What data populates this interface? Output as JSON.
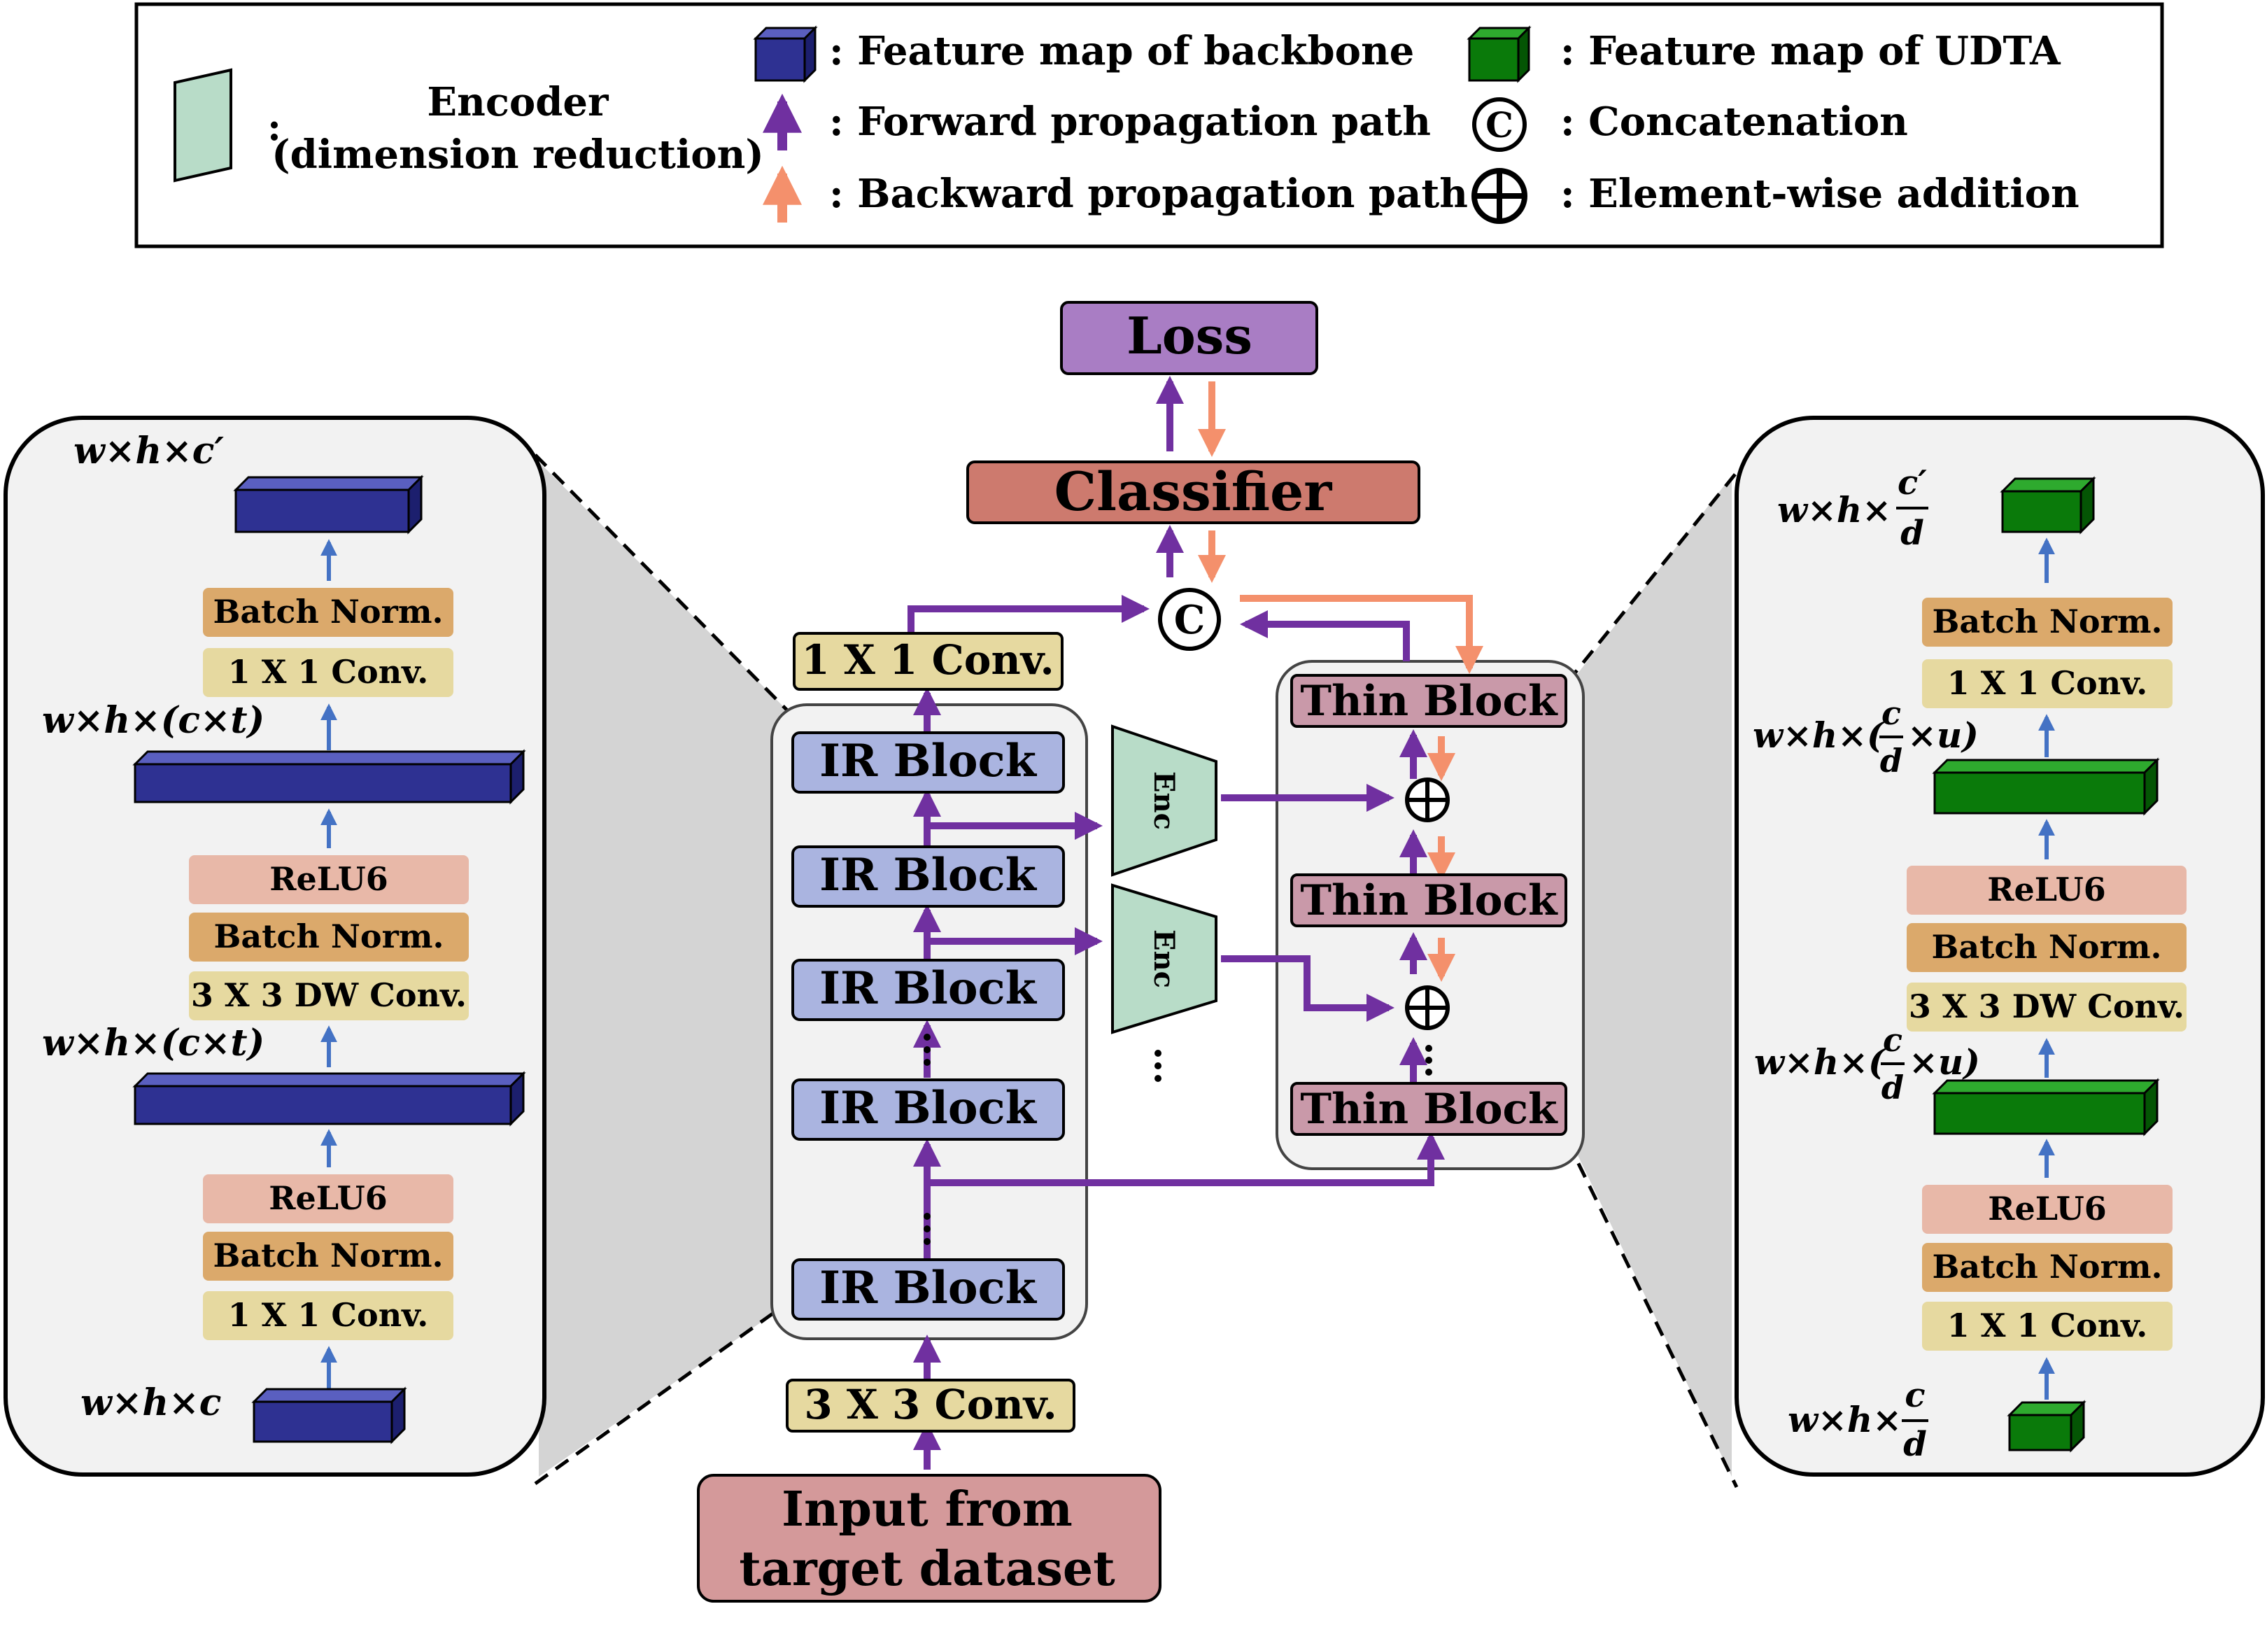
{
  "legend": {
    "encoder_label_line1": "Encoder",
    "encoder_label_line2": "(dimension reduction)",
    "colon": ":",
    "backbone_feature": ": Feature map of backbone",
    "forward_path": ":  Forward propagation path",
    "backward_path": ":  Backward propagation path",
    "udta_feature": ": Feature map of UDTA",
    "concatenation": ": Concatenation",
    "addition": ":  Element-wise addition",
    "concat_symbol": "C"
  },
  "center": {
    "loss": "Loss",
    "classifier": "Classifier",
    "conv1x1": "1 X 1 Conv.",
    "ir_block": "IR Block",
    "conv3x3": "3 X 3  Conv.",
    "input_line1": "Input from",
    "input_line2": "target dataset",
    "enc": "Enc",
    "thin_block": "Thin Block",
    "concat_symbol": "C"
  },
  "left_panel": {
    "dim_top": "w×h×c′",
    "dim_upper": "w×h×(c×t)",
    "dim_lower": "w×h×(c×t)",
    "dim_bottom": "w×h×c",
    "batch_norm": "Batch Norm.",
    "conv1x1": "1 X 1 Conv.",
    "relu6": "ReLU6",
    "dwconv": "3 X 3 DW Conv."
  },
  "right_panel": {
    "dim_prefix": "w×h×",
    "dim_top_num": "c′",
    "dim_den": "d",
    "dim_mid_num": "c",
    "dim_mid_open": "(",
    "dim_mid_close": "×u)",
    "batch_norm": "Batch Norm.",
    "conv1x1": "1 X 1 Conv.",
    "relu6": "ReLU6",
    "dwconv": "3 X 3 DW Conv."
  },
  "colors": {
    "backbone": "#2e3192",
    "udta": "#0a7a0a",
    "forward": "#7030a0",
    "backward": "#f4906c",
    "blue_arrow": "#4472c4",
    "loss": "#a97dc4",
    "classifier": "#cd7a6e",
    "conv": "#e6d9a0",
    "ir_block": "#aab4e0",
    "thin_block": "#c999a9",
    "input": "#d4999a",
    "encoder": "#b8dcc8",
    "batch_norm": "#dba96b",
    "relu": "#e8b8a8"
  }
}
